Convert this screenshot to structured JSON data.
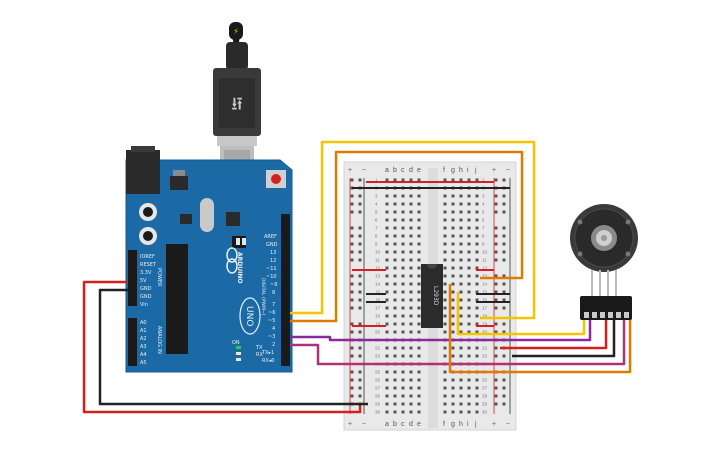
{
  "colors": {
    "wire_yellow": "#f5c400",
    "wire_orange": "#e07b00",
    "wire_purple": "#8a2a9a",
    "wire_magenta": "#b0307a",
    "wire_red": "#d62020",
    "wire_black": "#222222",
    "arduino_blue": "#1b6aa5",
    "breadboard": "#e9e9e9",
    "chip": "#2b2b2b"
  },
  "arduino": {
    "aref": "AREF",
    "gnd": "GND",
    "pin13": "13",
    "pin12": "12",
    "pin11": "~11",
    "pin10": "~10",
    "pin9": "~9",
    "pin8": "8",
    "pin7": "7",
    "pin6": "~6",
    "pin5": "~5",
    "pin4": "4",
    "pin3": "~3",
    "pin2": "2",
    "tx": "TX▸1",
    "rx": "RX◂0",
    "digital": "DIGITAL (PWM~)",
    "ioref": "IOREF",
    "reset": "RESET",
    "v33": "3.3V",
    "v5": "5V",
    "gnd_a": "GND",
    "gnd_b": "GND",
    "vin": "Vin",
    "power": "POWER",
    "a0": "A0",
    "a1": "A1",
    "a2": "A2",
    "a3": "A3",
    "a4": "A4",
    "a5": "A5",
    "analog_in": "ANALOG IN",
    "logo": "ARDUINO",
    "uno": "UNO",
    "on": "ON",
    "tx_led": "TX",
    "rx_led": "RX",
    "l_led": "L"
  },
  "breadboard": {
    "cols_left": [
      "a",
      "b",
      "c",
      "d",
      "e"
    ],
    "cols_right": [
      "f",
      "g",
      "h",
      "i",
      "j"
    ],
    "plus": "+",
    "minus": "−",
    "rows": [
      "1",
      "2",
      "3",
      "4",
      "5",
      "6",
      "7",
      "8",
      "9",
      "10",
      "11",
      "12",
      "13",
      "14",
      "15",
      "16",
      "17",
      "18",
      "19",
      "20",
      "21",
      "22",
      "23",
      "24",
      "25",
      "26",
      "27",
      "28",
      "29",
      "30"
    ]
  },
  "chip": {
    "label": "L293D"
  }
}
